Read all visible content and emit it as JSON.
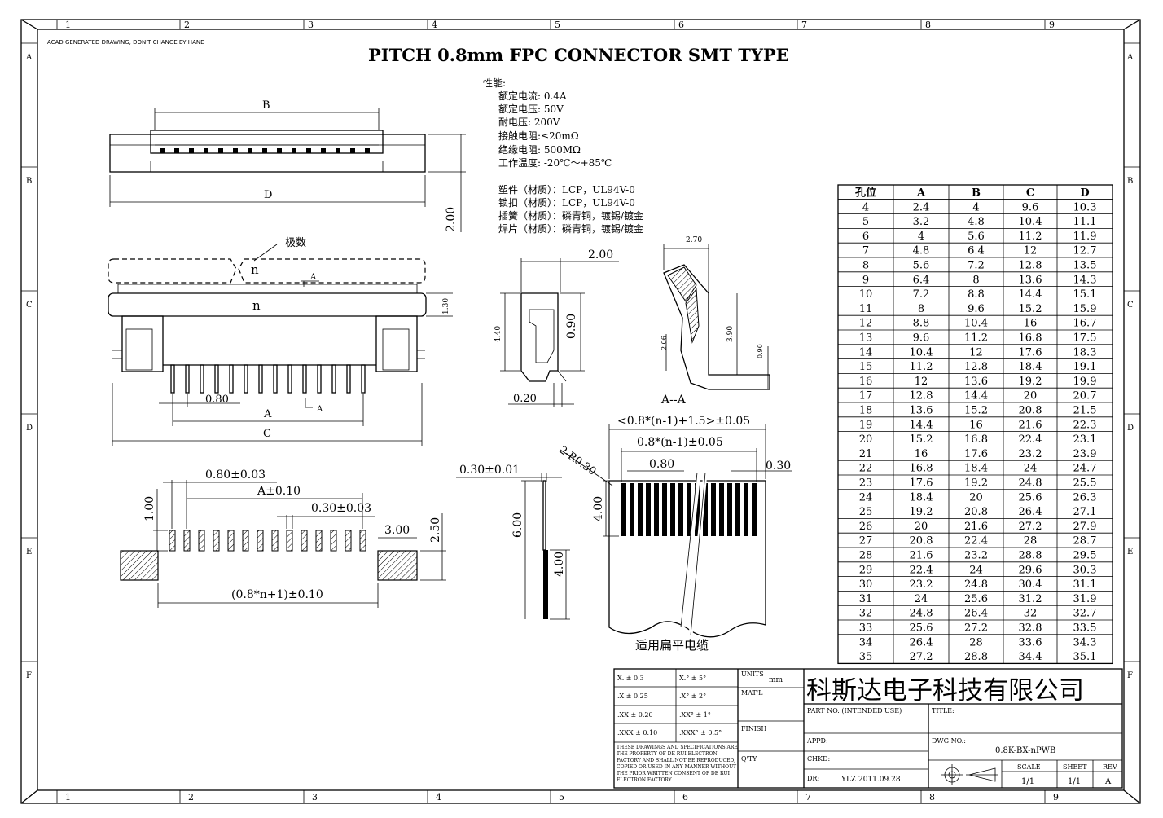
{
  "header": {
    "note": "ACAD GENERATED DRAWING, DON'T CHANGE BY HAND",
    "title": "PITCH 0.8mm FPC CONNECTOR SMT TYPE"
  },
  "grid": {
    "columns": [
      "1",
      "2",
      "3",
      "4",
      "5",
      "6",
      "7",
      "8",
      "9"
    ],
    "rows": [
      "A",
      "B",
      "C",
      "D",
      "E",
      "F"
    ]
  },
  "specs": {
    "heading": "性能:",
    "perf": [
      "额定电流: 0.4A",
      "额定电压: 50V",
      "耐电压: 200V",
      "接触电阻:≤20mΩ",
      "绝缘电阻: 500MΩ",
      "工作温度: -20℃～+85℃"
    ],
    "materials": [
      "塑件（材质）：LCP，UL94V-0",
      "锁扣（材质）：LCP，UL94V-0",
      "插簧（材质）：磷青铜，镀锡/镀金",
      "焊片（材质）：磷青铜，镀锡/镀金"
    ]
  },
  "dims": {
    "B": "B",
    "D": "D",
    "h200": "2.00",
    "poles_label": "极数",
    "n": "n",
    "A_mark": "A",
    "h130": "1.30",
    "p080": "0.80",
    "A": "A",
    "C": "C",
    "A_sec": "A",
    "w200": "2.00",
    "h440": "4.40",
    "h090": "0.90",
    "w020": "0.20",
    "w270": "2.70",
    "h206": "2.06",
    "h390": "3.90",
    "h090b": "0.90",
    "section": "A--A",
    "pitch_tol": "0.80±0.03",
    "A_tol": "A±0.10",
    "pad_w_tol": "0.30±0.03",
    "h100": "1.00",
    "w300": "3.00",
    "h250": "2.50",
    "total_tol": "(0.8*n+1)±0.10",
    "fpc_t": "0.30±0.01",
    "fpc_h600": "6.00",
    "fpc_h400": "4.00",
    "fpc_w_outer": "<0.8*(n-1)+1.5>±0.05",
    "fpc_w_inner": "0.8*(n-1)±0.05",
    "radius": "2-R0.30",
    "fpc_pitch": "0.80",
    "fpc_lead": "0.30",
    "fpc_h400b": "4.00",
    "fpc_caption": "适用扁平电缆"
  },
  "table": {
    "headers": [
      "孔位",
      "A",
      "B",
      "C",
      "D"
    ],
    "rows": [
      [
        "4",
        "2.4",
        "4",
        "9.6",
        "10.3"
      ],
      [
        "5",
        "3.2",
        "4.8",
        "10.4",
        "11.1"
      ],
      [
        "6",
        "4",
        "5.6",
        "11.2",
        "11.9"
      ],
      [
        "7",
        "4.8",
        "6.4",
        "12",
        "12.7"
      ],
      [
        "8",
        "5.6",
        "7.2",
        "12.8",
        "13.5"
      ],
      [
        "9",
        "6.4",
        "8",
        "13.6",
        "14.3"
      ],
      [
        "10",
        "7.2",
        "8.8",
        "14.4",
        "15.1"
      ],
      [
        "11",
        "8",
        "9.6",
        "15.2",
        "15.9"
      ],
      [
        "12",
        "8.8",
        "10.4",
        "16",
        "16.7"
      ],
      [
        "13",
        "9.6",
        "11.2",
        "16.8",
        "17.5"
      ],
      [
        "14",
        "10.4",
        "12",
        "17.6",
        "18.3"
      ],
      [
        "15",
        "11.2",
        "12.8",
        "18.4",
        "19.1"
      ],
      [
        "16",
        "12",
        "13.6",
        "19.2",
        "19.9"
      ],
      [
        "17",
        "12.8",
        "14.4",
        "20",
        "20.7"
      ],
      [
        "18",
        "13.6",
        "15.2",
        "20.8",
        "21.5"
      ],
      [
        "19",
        "14.4",
        "16",
        "21.6",
        "22.3"
      ],
      [
        "20",
        "15.2",
        "16.8",
        "22.4",
        "23.1"
      ],
      [
        "21",
        "16",
        "17.6",
        "23.2",
        "23.9"
      ],
      [
        "22",
        "16.8",
        "18.4",
        "24",
        "24.7"
      ],
      [
        "23",
        "17.6",
        "19.2",
        "24.8",
        "25.5"
      ],
      [
        "24",
        "18.4",
        "20",
        "25.6",
        "26.3"
      ],
      [
        "25",
        "19.2",
        "20.8",
        "26.4",
        "27.1"
      ],
      [
        "26",
        "20",
        "21.6",
        "27.2",
        "27.9"
      ],
      [
        "27",
        "20.8",
        "22.4",
        "28",
        "28.7"
      ],
      [
        "28",
        "21.6",
        "23.2",
        "28.8",
        "29.5"
      ],
      [
        "29",
        "22.4",
        "24",
        "29.6",
        "30.3"
      ],
      [
        "30",
        "23.2",
        "24.8",
        "30.4",
        "31.1"
      ],
      [
        "31",
        "24",
        "25.6",
        "31.2",
        "31.9"
      ],
      [
        "32",
        "24.8",
        "26.4",
        "32",
        "32.7"
      ],
      [
        "33",
        "25.6",
        "27.2",
        "32.8",
        "33.5"
      ],
      [
        "34",
        "26.4",
        "28",
        "33.6",
        "34.3"
      ],
      [
        "35",
        "27.2",
        "28.8",
        "34.4",
        "35.1"
      ]
    ]
  },
  "titleblock": {
    "tol_lin": [
      "X. ± 0.3",
      ".X ± 0.25",
      ".XX ± 0.20",
      ".XXX ± 0.10"
    ],
    "tol_ang": [
      "X.° ± 5°",
      ".X° ± 2°",
      ".XX° ± 1°",
      ".XXX° ± 0.5°"
    ],
    "units_label": "UNITS",
    "units": "mm",
    "matl": "MAT'L",
    "finish": "FINISH",
    "qty": "Q'TY",
    "disclaimer": [
      "THESE DRAWINGS AND SPECIFICATIONS ARE",
      "THE PROPERTY OF DE RUI ELECTRON",
      "FACTORY AND SHALL NOT BE REPRODUCED,",
      "COPIED OR USED IN ANY MANNER WITHOUT",
      "THE PRIOR WRITTEN CONSENT OF DE RUI",
      "ELECTRON FACTORY"
    ],
    "company": "科斯达电子科技有限公司",
    "partno": "PART NO. (INTENDED USE)",
    "title_label": "TITLE:",
    "appd": "APPD:",
    "chkd": "CHKD:",
    "dr": "DR:",
    "dr_value": "YLZ 2011.09.28",
    "dwgno_label": "DWG NO.:",
    "dwgno": "0.8K-BX-nPWB",
    "scale_label": "SCALE",
    "scale": "1/1",
    "sheet_label": "SHEET",
    "sheet": "1/1",
    "rev_label": "REV.",
    "rev": "A"
  }
}
